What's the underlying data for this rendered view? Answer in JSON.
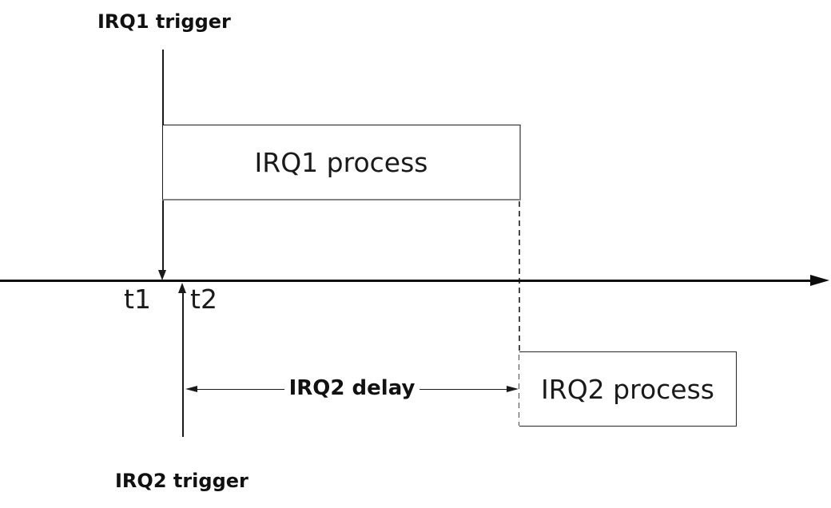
{
  "diagram": {
    "description": "IRQ interrupt timing diagram",
    "labels": {
      "irq1_trigger": "IRQ1 trigger",
      "irq1_process": "IRQ1 process",
      "t1": "t1",
      "t2": "t2",
      "irq2_delay": "IRQ2 delay",
      "irq2_process": "IRQ2 process",
      "irq2_trigger": "IRQ2 trigger"
    },
    "colors": {
      "ink": "#1a1a1a",
      "timeline": "#0d0d0d",
      "box_shadow_edge": "#858585",
      "dashed_line": "#4a4a4a",
      "background": "#ffffff"
    }
  }
}
